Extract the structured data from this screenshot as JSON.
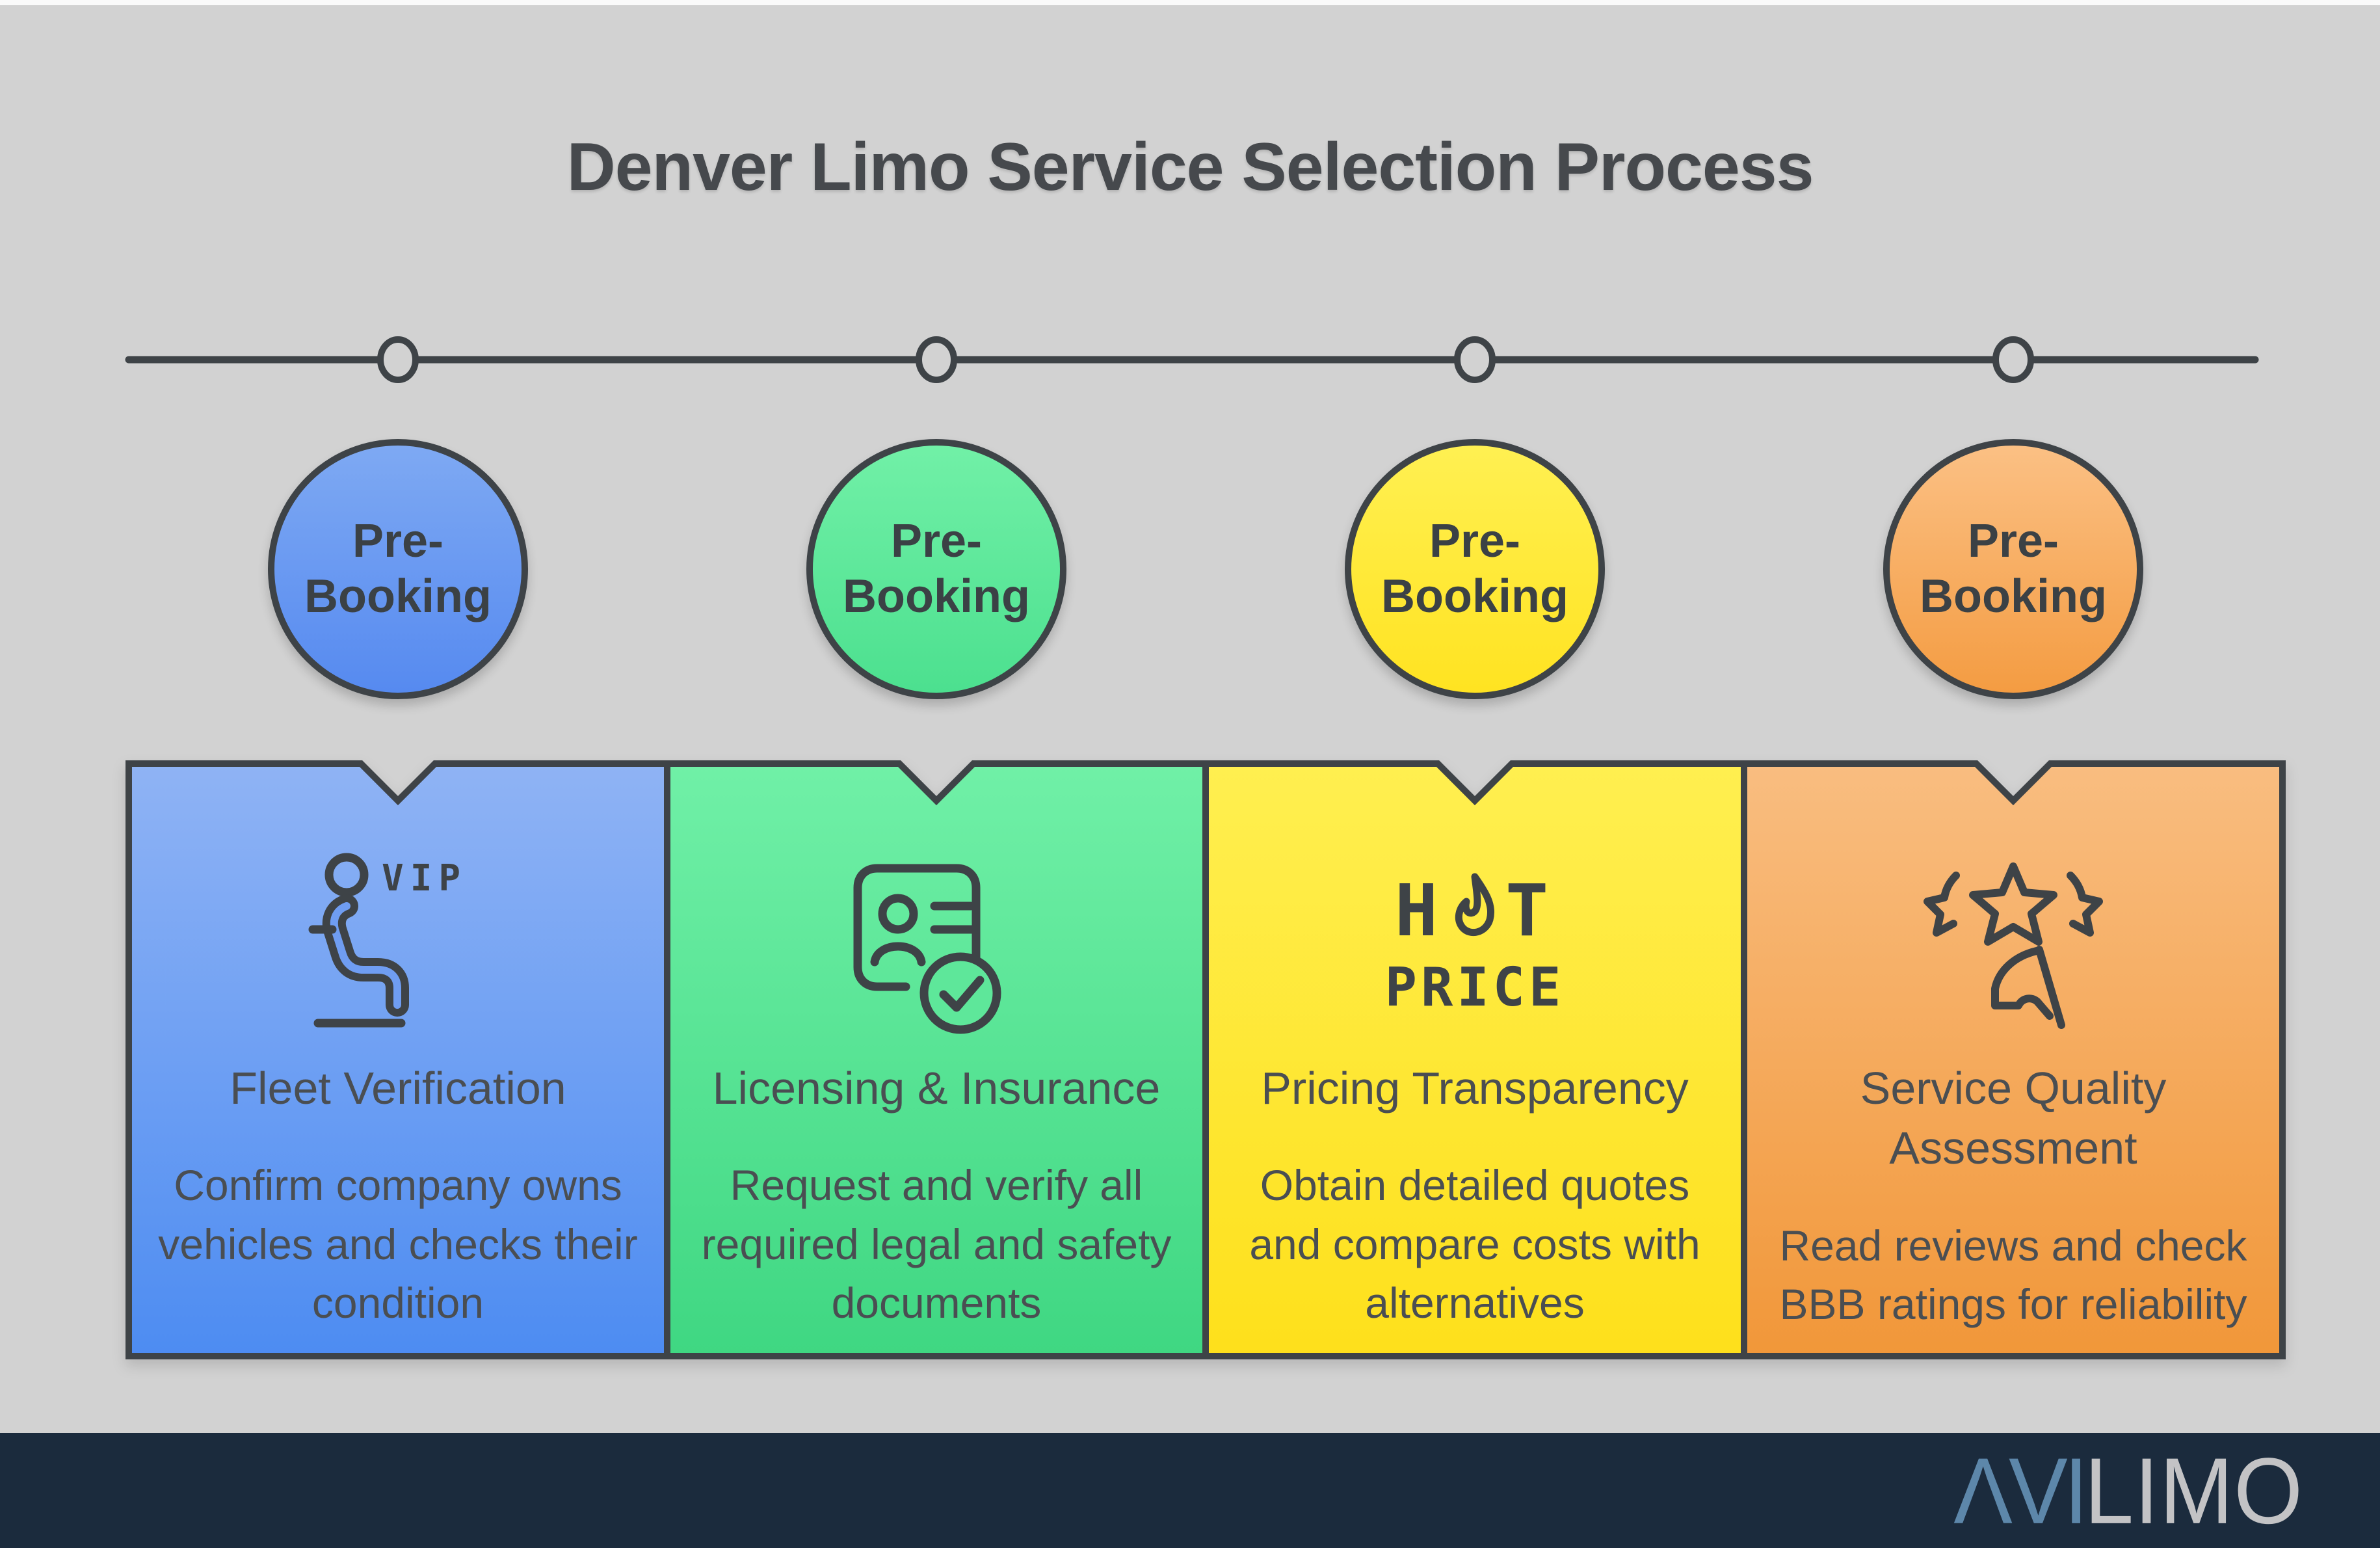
{
  "page": {
    "title": "Denver Limo Service Selection Process",
    "background_color": "#d2d2d2",
    "outline_color": "#3e4347",
    "text_color": "#4a4e52"
  },
  "timeline": {
    "node_count": 4
  },
  "steps": [
    {
      "badge": "Pre-Booking",
      "icon": "vip-seat-icon",
      "icon_text": "VIP",
      "title": "Fleet Verification",
      "description": "Confirm company owns vehicles and checks their condition",
      "card_gradient_top": "#8fb3f4",
      "card_gradient_bottom": "#4d8cf2",
      "circle_gradient_top": "#7ea9f3",
      "circle_gradient_bottom": "#568af0"
    },
    {
      "badge": "Pre-Booking",
      "icon": "id-card-check-icon",
      "title": "Licensing & Insurance",
      "description": "Request and verify all required legal and safety documents",
      "card_gradient_top": "#70f0a7",
      "card_gradient_bottom": "#3fd782",
      "circle_gradient_top": "#71f0a7",
      "circle_gradient_bottom": "#4ce08f"
    },
    {
      "badge": "Pre-Booking",
      "icon": "hot-price-icon",
      "icon_text_left": "H",
      "icon_text_right": "T",
      "icon_text_bottom": "PRICE",
      "title": "Pricing Transparency",
      "description": "Obtain detailed quotes and compare costs with alternatives",
      "card_gradient_top": "#ffef50",
      "card_gradient_bottom": "#fee01b",
      "circle_gradient_top": "#fff052",
      "circle_gradient_bottom": "#ffe321"
    },
    {
      "badge": "Pre-Booking",
      "icon": "rating-stars-flag-icon",
      "title": "Service Quality Assessment",
      "description": "Read reviews and check BBB ratings for reliability",
      "card_gradient_top": "#f9bd80",
      "card_gradient_bottom": "#f19739",
      "circle_gradient_top": "#fbc084",
      "circle_gradient_bottom": "#f49c42"
    }
  ],
  "footer": {
    "brand_name": "AVILIMO",
    "brand_display_primary": "ΛVI",
    "brand_display_secondary": "LIMO",
    "bar_color": "#1b2b3d",
    "primary_color": "#5d87aa",
    "secondary_color": "#c3c3c5"
  }
}
